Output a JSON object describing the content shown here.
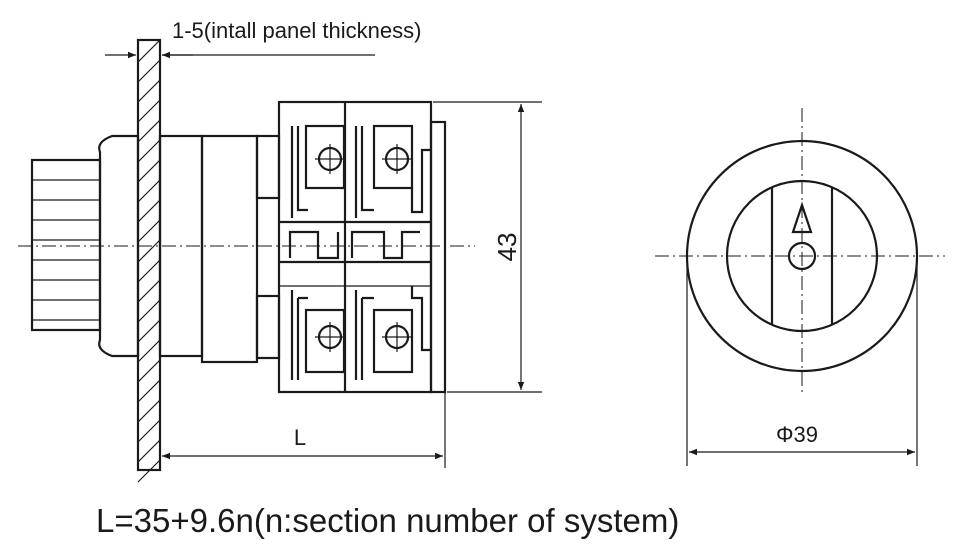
{
  "labels": {
    "panel_thickness": "1-5(intall panel thickness)",
    "height_dim": "43",
    "length_dim": "L",
    "diameter_dim": "Φ39",
    "formula": "L=35+9.6n(n:section number of system)"
  },
  "colors": {
    "line": "#1a1a1a",
    "background": "#ffffff"
  }
}
